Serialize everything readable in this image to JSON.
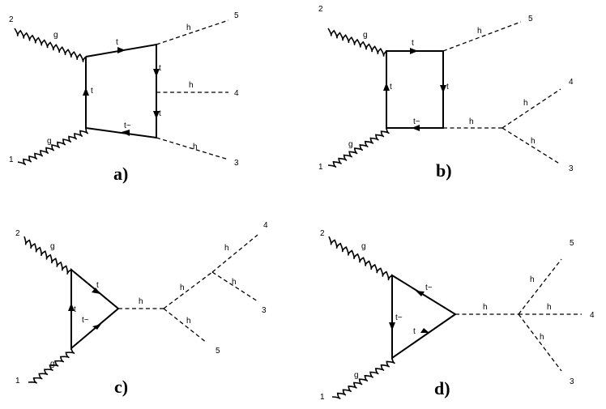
{
  "particles": {
    "gluon": "g",
    "top": "t",
    "antitop": "t~",
    "higgs": "h"
  },
  "indices": {
    "p1": "1",
    "p2": "2",
    "p3": "3",
    "p4": "4",
    "p5": "5"
  },
  "captions": {
    "a": "a)",
    "b": "b)",
    "c": "c)",
    "d": "d)"
  }
}
